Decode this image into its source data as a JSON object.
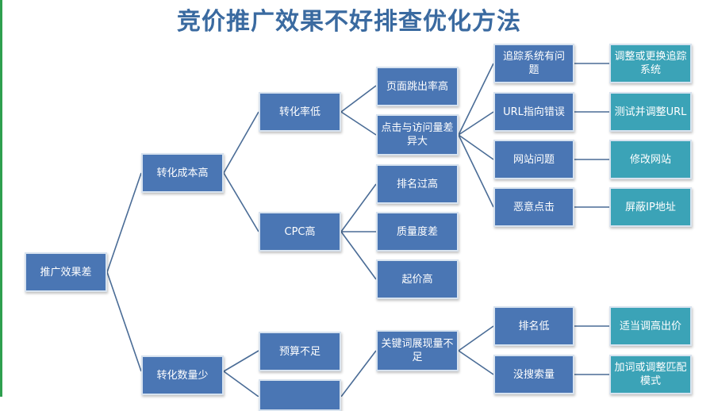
{
  "title": "竞价推广效果不好排查优化方法",
  "colors": {
    "primary_node": "#4a76b4",
    "leaf_node": "#3ba3b7",
    "connector": "#4a6c96",
    "title": "#3a6aa0"
  },
  "nodes": {
    "root": "推广效果差",
    "high_cost": "转化成本高",
    "low_conversion": "转化率低",
    "high_cpc": "CPC高",
    "bounce_rate": "页面跳出率高",
    "click_visit_gap": "点击与访问量差异大",
    "rank_too_high": "排名过高",
    "quality_poor": "质量度差",
    "bid_high": "起价高",
    "tracking_issue": "追踪系统有问题",
    "url_error": "URL指向错误",
    "site_issue": "网站问题",
    "malicious_click": "恶意点击",
    "fix_tracking": "调整或更换追踪系统",
    "test_url": "测试并调整URL",
    "modify_site": "修改网站",
    "block_ip": "屏蔽IP地址",
    "few_conversions": "转化数量少",
    "budget_low": "预算不足",
    "keyword_low_show": "关键词展现量不足",
    "rank_low": "排名低",
    "no_search": "没搜索量",
    "raise_bid": "适当调高出价",
    "add_match": "加词或调整匹配模式"
  }
}
